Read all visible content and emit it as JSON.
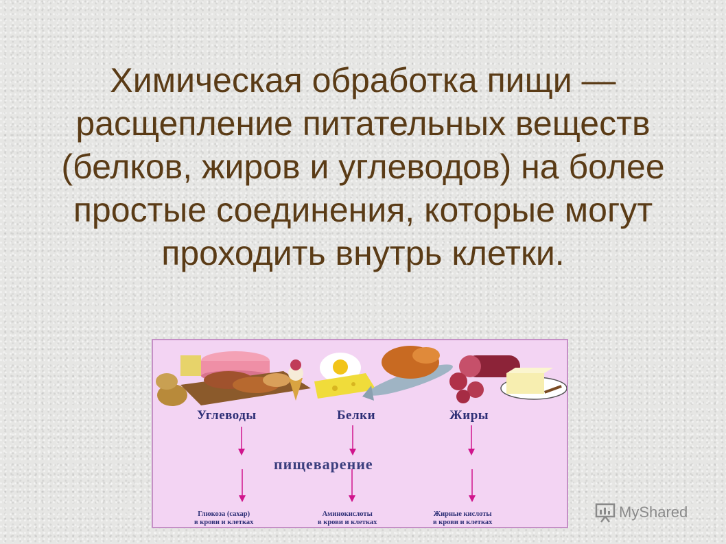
{
  "title": "Химическая обработка пищи — расщепление питательных веществ (белков, жиров и углеводов) на более простые соединения, которые могут проходить внутрь клетки.",
  "diagram": {
    "categories": [
      "Углеводы",
      "Белки",
      "Жиры"
    ],
    "process": "пищеварение",
    "results": [
      {
        "line1": "Глюкоза (сахар)",
        "line2": "в крови и клетках"
      },
      {
        "line1": "Аминокислоты",
        "line2": "в крови и клетках"
      },
      {
        "line1": "Жирные кислоты",
        "line2": "в крови и клетках"
      }
    ],
    "colors": {
      "background": "#f3d4f3",
      "border": "#c58fc6",
      "text": "#2d2f76",
      "arrow": "#d0148c"
    }
  },
  "watermark": {
    "brand": "MyShared",
    "icon": "presentation-icon"
  }
}
